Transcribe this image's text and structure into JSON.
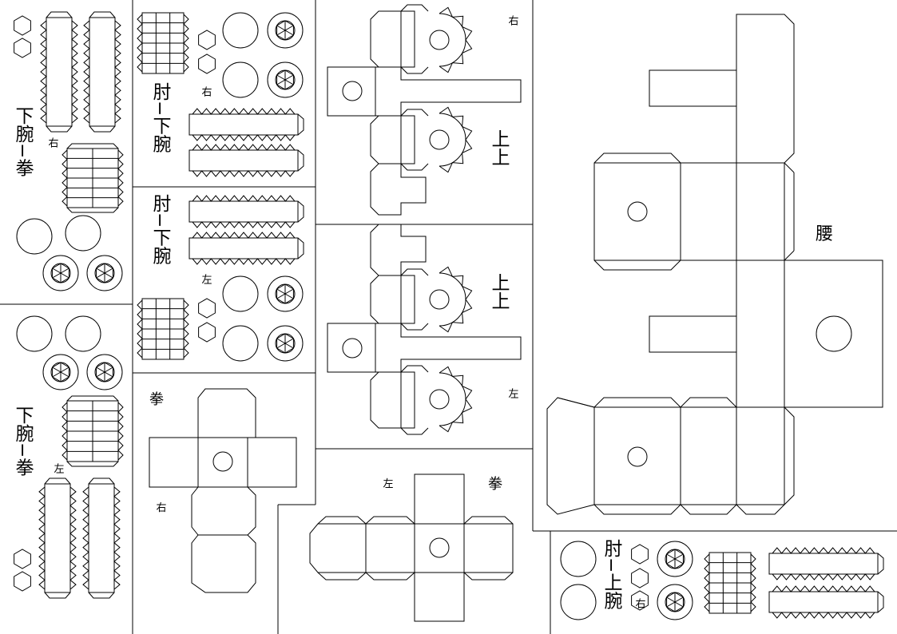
{
  "labels": {
    "hand_forearm": "下腕−拳",
    "elbow_forearm": "肘−下腕",
    "elbow_upperarm": "肘−上腕",
    "upper_arm": "上上",
    "waist": "腰",
    "fist": "拳",
    "right": "右",
    "left": "左"
  }
}
